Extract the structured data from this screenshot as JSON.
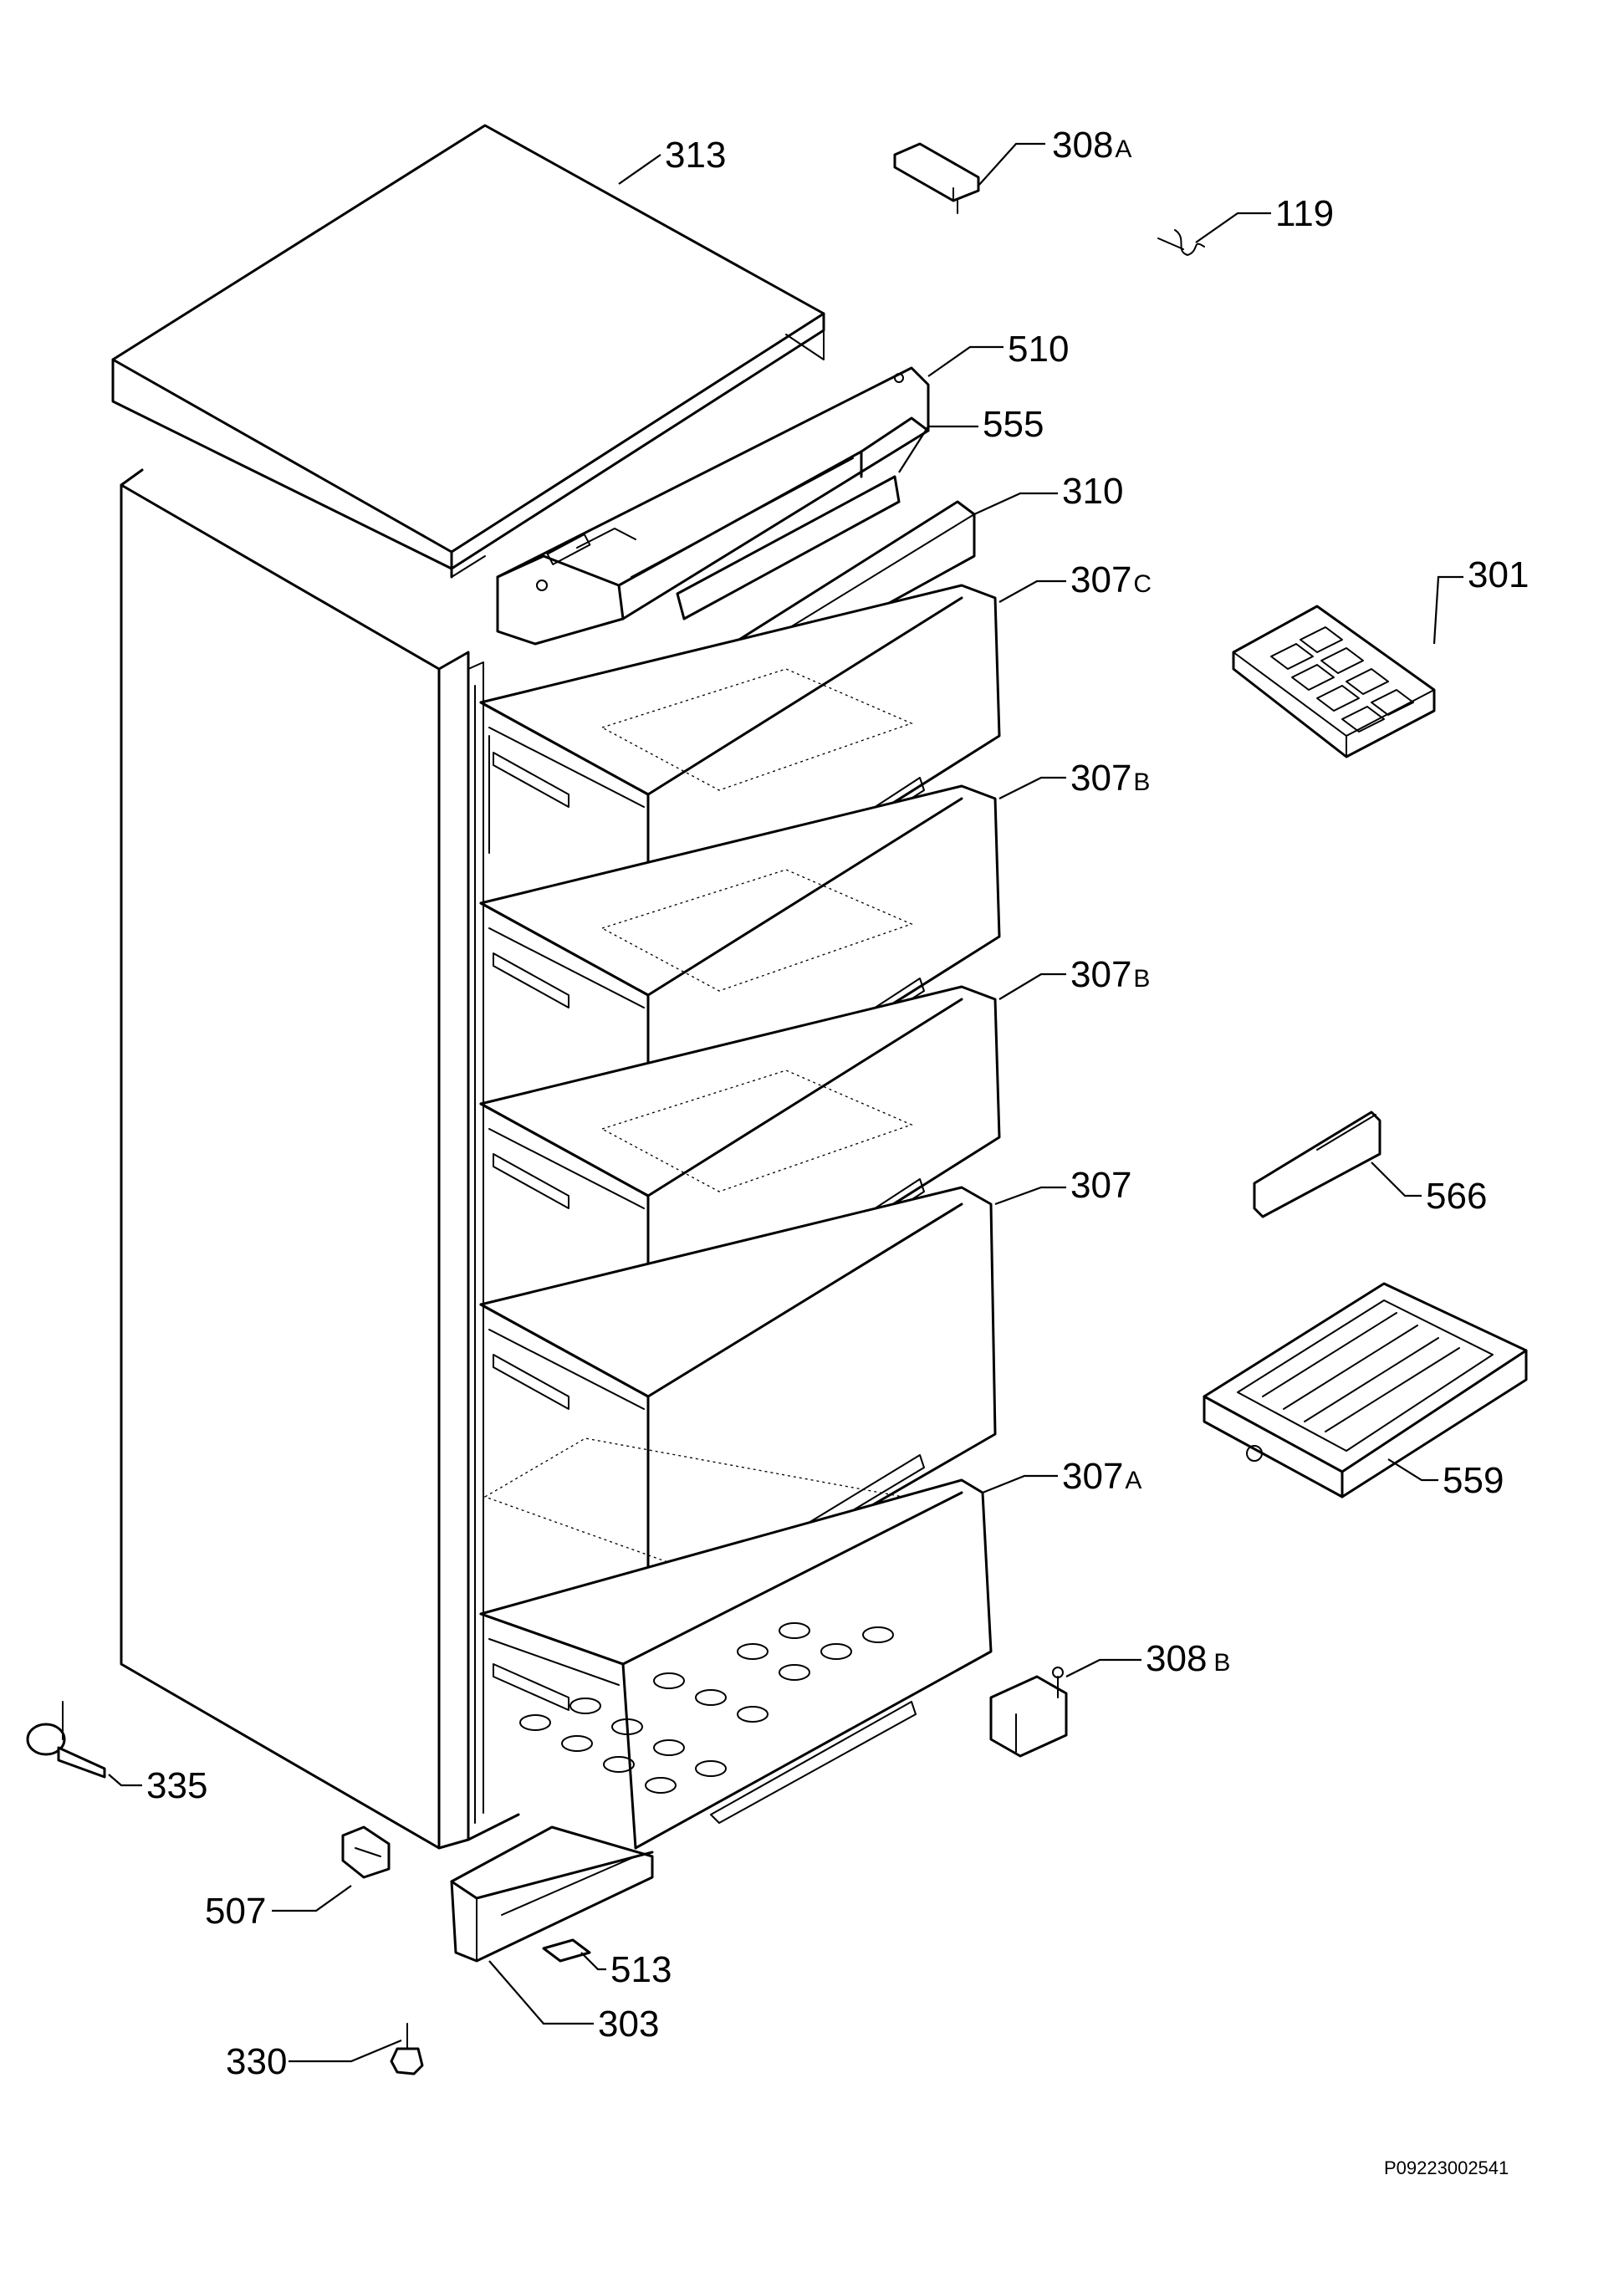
{
  "diagram": {
    "reference_code": "P09223002541",
    "parts": [
      {
        "id": "p313",
        "number": "313",
        "suffix": ""
      },
      {
        "id": "p308a",
        "number": "308",
        "suffix": "A"
      },
      {
        "id": "p119",
        "number": "119",
        "suffix": ""
      },
      {
        "id": "p510",
        "number": "510",
        "suffix": ""
      },
      {
        "id": "p555",
        "number": "555",
        "suffix": ""
      },
      {
        "id": "p310",
        "number": "310",
        "suffix": ""
      },
      {
        "id": "p307c",
        "number": "307",
        "suffix": "C"
      },
      {
        "id": "p301",
        "number": "301",
        "suffix": ""
      },
      {
        "id": "p307b1",
        "number": "307",
        "suffix": "B"
      },
      {
        "id": "p307b2",
        "number": "307",
        "suffix": "B"
      },
      {
        "id": "p307",
        "number": "307",
        "suffix": ""
      },
      {
        "id": "p566",
        "number": "566",
        "suffix": ""
      },
      {
        "id": "p559",
        "number": "559",
        "suffix": ""
      },
      {
        "id": "p307a",
        "number": "307",
        "suffix": "A"
      },
      {
        "id": "p308b",
        "number": "308",
        "suffix": "B"
      },
      {
        "id": "p335",
        "number": "335",
        "suffix": ""
      },
      {
        "id": "p507",
        "number": "507",
        "suffix": ""
      },
      {
        "id": "p513",
        "number": "513",
        "suffix": ""
      },
      {
        "id": "p303",
        "number": "303",
        "suffix": ""
      },
      {
        "id": "p330",
        "number": "330",
        "suffix": ""
      }
    ]
  }
}
